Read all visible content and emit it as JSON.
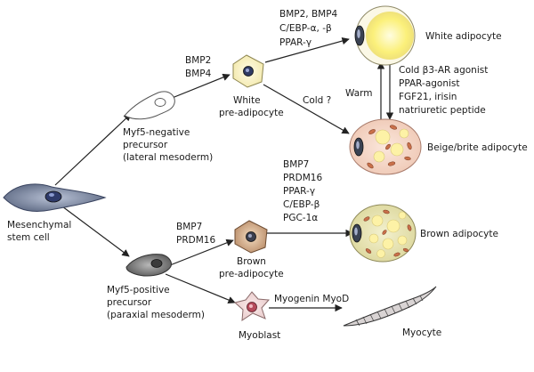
{
  "cells": {
    "mesenchymal": [
      "Mesenchymal",
      "stem cell"
    ],
    "myf5_negative": [
      "Myf5-negative",
      "precursor",
      "(lateral mesoderm)"
    ],
    "myf5_positive": [
      "Myf5-positive",
      "precursor",
      "(paraxial mesoderm)"
    ],
    "white_pre": [
      "White",
      "pre-adipocyte"
    ],
    "brown_pre": [
      "Brown",
      "pre-adipocyte"
    ],
    "myoblast": "Myoblast",
    "white_adipocyte": "White adipocyte",
    "beige_adipocyte": "Beige/brite adipocyte",
    "brown_adipocyte": "Brown adipocyte",
    "myocyte": "Myocyte"
  },
  "factors": {
    "to_white_pre": [
      "BMP2",
      "BMP4"
    ],
    "to_white_adipocyte": [
      "BMP2, BMP4",
      "C/EBP-α, -β",
      "PPAR-γ"
    ],
    "cold_question": "Cold ?",
    "warm": "Warm",
    "beige_inducers": [
      "Cold β3-AR agonist",
      "PPAR-agonist",
      "FGF21, irisin",
      "natriuretic peptide"
    ],
    "to_brown_pre": [
      "BMP7",
      "PRDM16"
    ],
    "to_brown_adipocyte": [
      "BMP7",
      "PRDM16",
      "PPAR-γ",
      "C/EBP-β",
      "PGC-1α"
    ],
    "to_myocyte": "Myogenin MyoD"
  },
  "colors": {
    "white_adipocyte_fill": "#f7f2c8",
    "white_lipid": "#fbf07a",
    "beige_fill": "#f4d4c4",
    "brown_fill": "#e9e6b8",
    "mitochondria": "#c9704a",
    "nucleus": "#3c4f8c"
  }
}
